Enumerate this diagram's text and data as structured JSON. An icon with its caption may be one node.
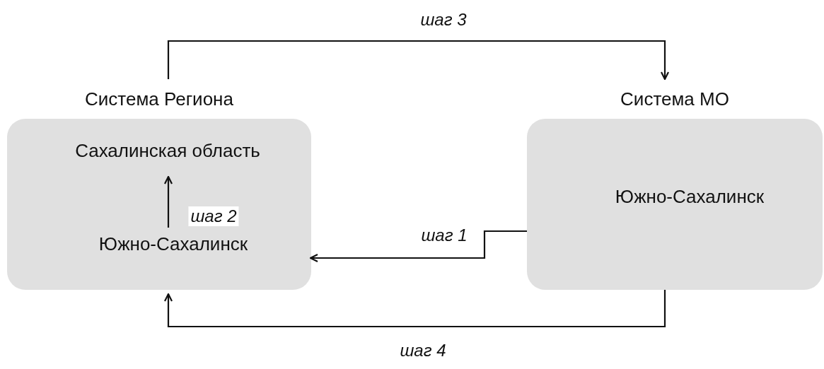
{
  "diagram": {
    "nodes": [
      {
        "text": [
          "Система Региона"
        ]
      },
      {
        "text": [
          "Сахалинская область"
        ],
        "in": 0
      },
      {
        "text": [
          "Южно-Сахалинск"
        ],
        "in": 0
      },
      {
        "text": [
          "Система МО",
          "Южно-Сахалинск"
        ]
      }
    ],
    "edges": [
      {
        "from": 3,
        "to": 2,
        "arrow": "to",
        "label": "шаг 1"
      },
      {
        "from": 2,
        "to": 1,
        "arrow": "to",
        "label": "шаг 2"
      },
      {
        "from": 0,
        "to": 3,
        "arrow": "to",
        "label": "шаг 3"
      },
      {
        "from": 3,
        "to": 0,
        "arrow": "to",
        "label": "шаг 4"
      }
    ]
  }
}
